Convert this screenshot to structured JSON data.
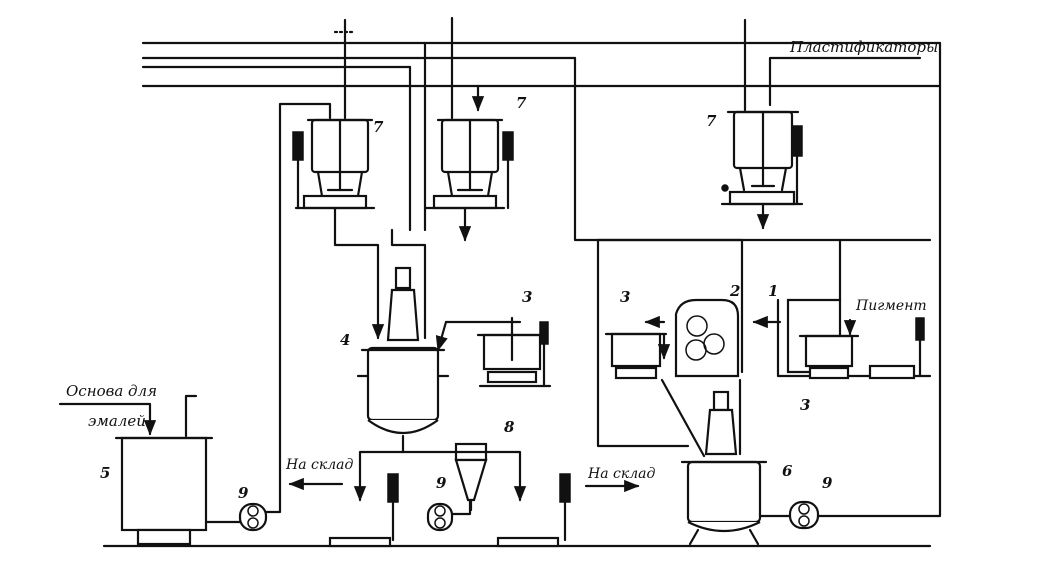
{
  "labels": {
    "plasticizers": "Пластификаторы",
    "pigment": "Пигмент",
    "base_line1": "Основа для",
    "base_line2": "эмалей",
    "to_warehouse": "На склад"
  },
  "callouts": {
    "c1": "1",
    "c2": "2",
    "c3": "3",
    "c4": "4",
    "c5": "5",
    "c6": "6",
    "c7": "7",
    "c8": "8",
    "c9": "9"
  }
}
